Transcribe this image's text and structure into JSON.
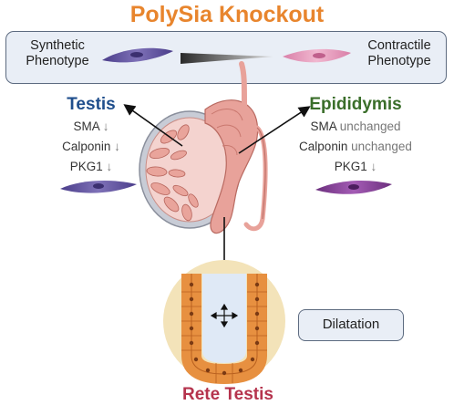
{
  "title": "PolySia Knockout",
  "phenotype": {
    "left_line1": "Synthetic",
    "left_line2": "Phenotype",
    "right_line1": "Contractile",
    "right_line2": "Phenotype"
  },
  "testis": {
    "title": "Testis",
    "markers": [
      {
        "name": "SMA",
        "status": "↓"
      },
      {
        "name": "Calponin",
        "status": "↓"
      },
      {
        "name": "PKG1",
        "status": "↓"
      }
    ]
  },
  "epididymis": {
    "title": "Epididymis",
    "markers": [
      {
        "name": "SMA",
        "status": "unchanged"
      },
      {
        "name": "Calponin",
        "status": "unchanged"
      },
      {
        "name": "PKG1",
        "status": "↓"
      }
    ]
  },
  "dilatation_label": "Dilatation",
  "rete_testis_label": "Rete Testis",
  "colors": {
    "title": "#e8852d",
    "testis": "#1f4e8c",
    "epididymis": "#3a6e2a",
    "rete": "#b5334d",
    "cell_synthetic": "#6a5fa8",
    "cell_contractile": "#e6a0c0"
  }
}
